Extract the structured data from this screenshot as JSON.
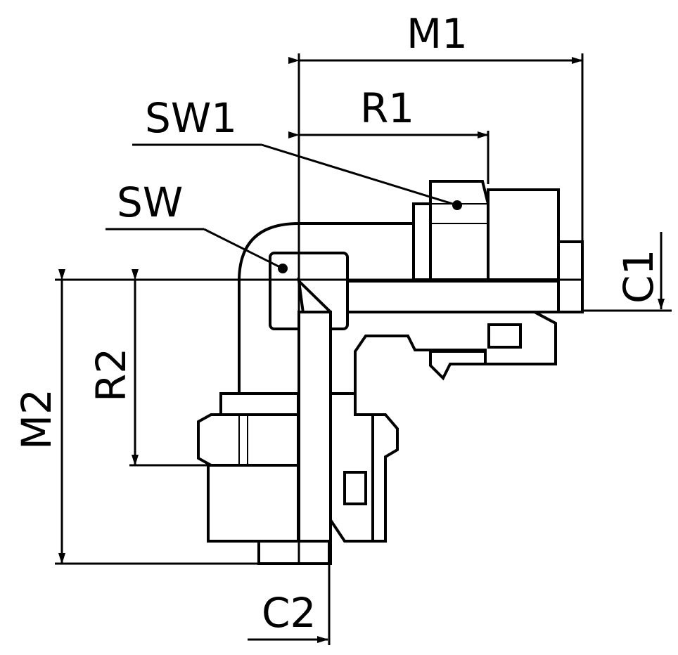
{
  "labels": {
    "m1": "M1",
    "r1": "R1",
    "sw1": "SW1",
    "sw": "SW",
    "c1": "C1",
    "r2": "R2",
    "m2": "M2",
    "c2": "C2"
  },
  "colors": {
    "ink": "#000000",
    "paper": "#ffffff"
  }
}
